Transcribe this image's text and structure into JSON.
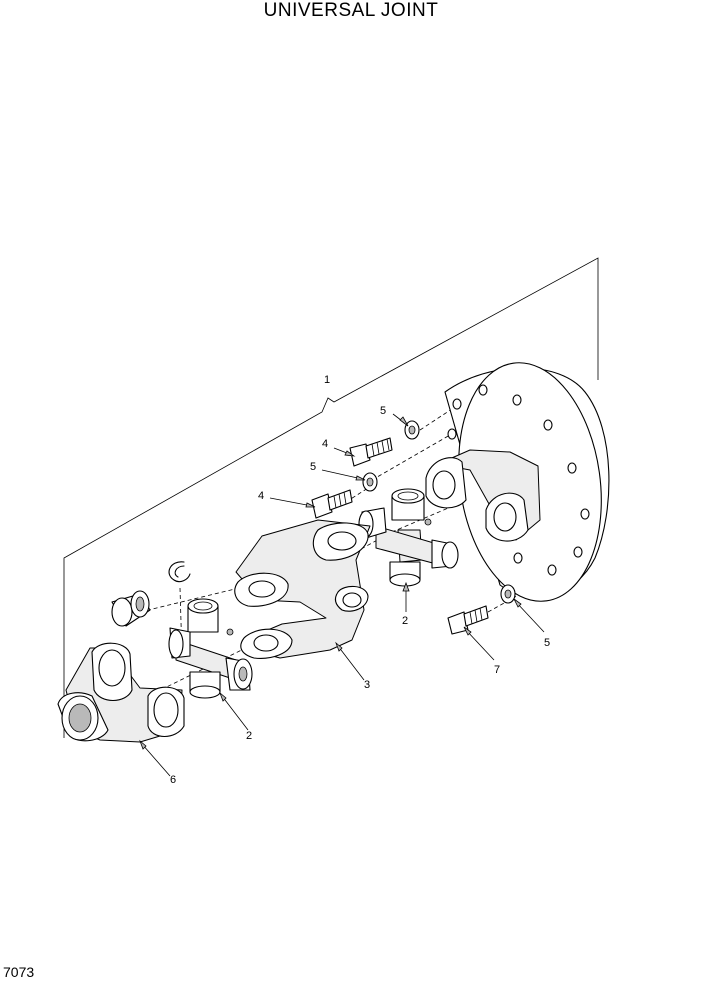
{
  "header": {
    "title": "UNIVERSAL JOINT"
  },
  "footer": {
    "drawing_code": "7073"
  },
  "callouts": {
    "assembly": "1",
    "spider_right": "2",
    "spider_left": "2",
    "center_yoke": "3",
    "bolt_upper": "4",
    "bolt_lower": "4",
    "washer_upper": "5",
    "washer_middle": "5",
    "washer_right": "5",
    "input_yoke": "6",
    "flange_bolt": "7"
  }
}
